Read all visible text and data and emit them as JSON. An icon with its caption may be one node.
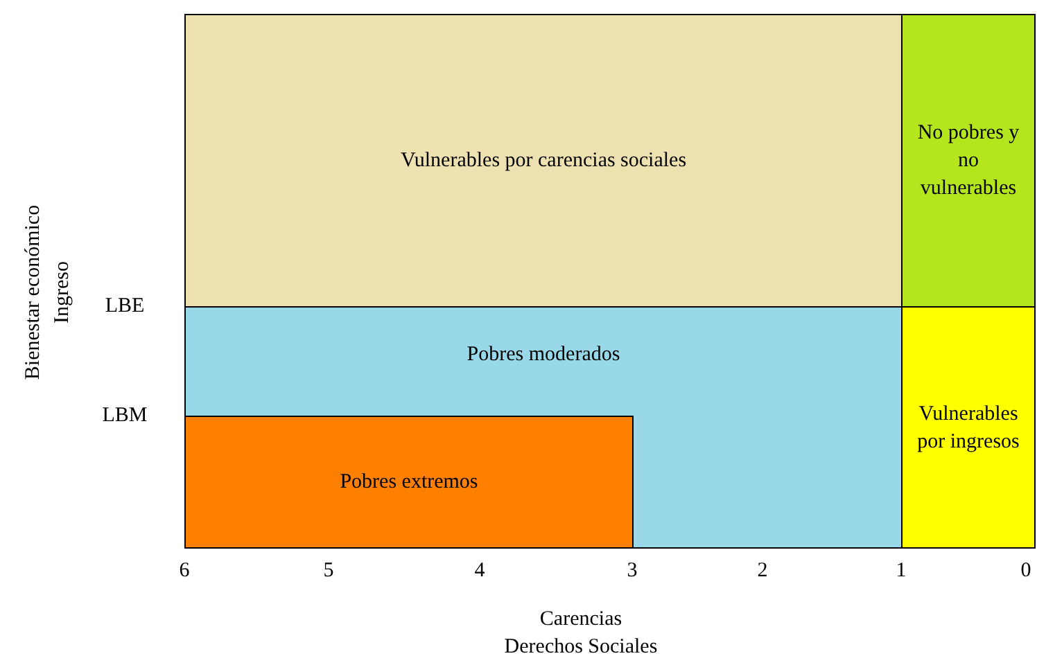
{
  "diagram": {
    "nodes": [
      {
        "text": [
          "Vulnerables por carencias sociales"
        ]
      },
      {
        "text": [
          "No pobres y no vulnerables"
        ]
      },
      {
        "text": [
          "Pobres moderados"
        ]
      },
      {
        "text": [
          "Pobres extremos"
        ],
        "in": 2
      },
      {
        "text": [
          "Vulnerables por ingresos"
        ]
      }
    ],
    "labels": [
      "LBE",
      "LBM",
      "6",
      "5",
      "4",
      "3",
      "2",
      "1",
      "0",
      "Carencias",
      "Derechos Sociales",
      "Bienestar económico",
      "Ingreso"
    ]
  }
}
